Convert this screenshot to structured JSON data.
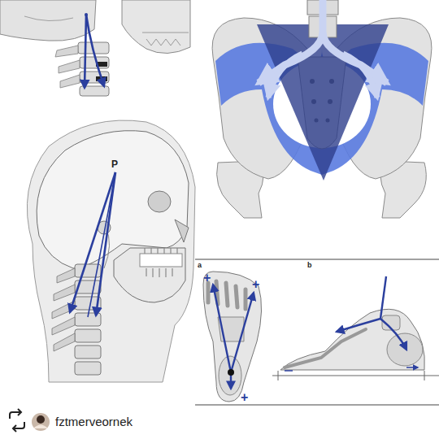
{
  "diagram": {
    "labels": [
      "P",
      "a",
      "+",
      "+",
      "+",
      "b",
      "fztmerveornek"
    ]
  }
}
